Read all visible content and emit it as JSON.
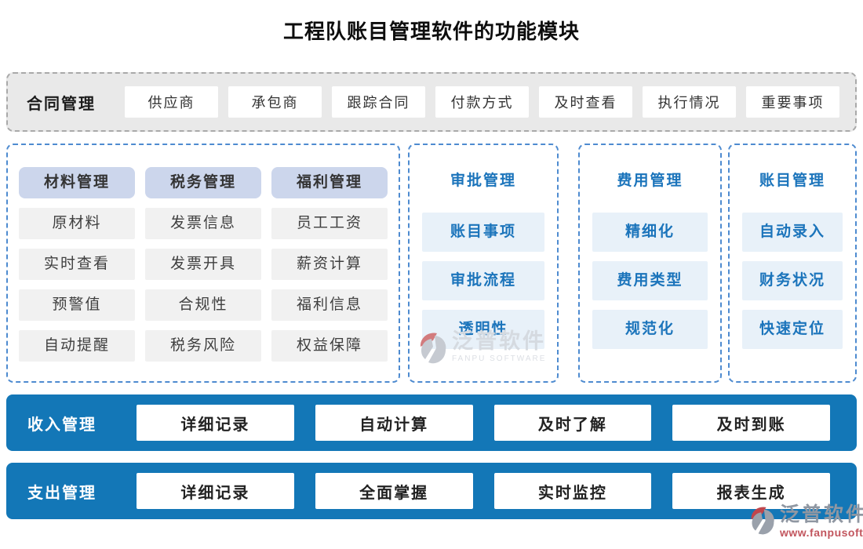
{
  "title": "工程队账目管理软件的功能模块",
  "contract": {
    "label": "合同管理",
    "items": [
      "供应商",
      "承包商",
      "跟踪合同",
      "付款方式",
      "及时查看",
      "执行情况",
      "重要事项"
    ]
  },
  "groups": {
    "columns": [
      {
        "header": "材料管理",
        "items": [
          "原材料",
          "实时查看",
          "预警值",
          "自动提醒"
        ]
      },
      {
        "header": "税务管理",
        "items": [
          "发票信息",
          "发票开具",
          "合规性",
          "税务风险"
        ]
      },
      {
        "header": "福利管理",
        "items": [
          "员工工资",
          "薪资计算",
          "福利信息",
          "权益保障"
        ]
      }
    ]
  },
  "panels": [
    {
      "header": "审批管理",
      "items": [
        "账目事项",
        "审批流程",
        "透明性"
      ]
    },
    {
      "header": "费用管理",
      "items": [
        "精细化",
        "费用类型",
        "规范化"
      ]
    },
    {
      "header": "账目管理",
      "items": [
        "自动录入",
        "财务状况",
        "快速定位"
      ]
    }
  ],
  "bars": [
    {
      "label": "收入管理",
      "items": [
        "详细记录",
        "自动计算",
        "及时了解",
        "及时到账"
      ]
    },
    {
      "label": "支出管理",
      "items": [
        "详细记录",
        "全面掌握",
        "实时监控",
        "报表生成"
      ]
    }
  ],
  "watermark": {
    "brand": "泛普软件",
    "center_sub": "FANPU SOFTWARE",
    "corner_sub": "www.fanpusoft.com"
  },
  "colors": {
    "bar_blue": "#1377b7",
    "panel_blue_text": "#1b74bb",
    "panel_item_bg": "#e8f1f9",
    "group_header_bg": "#ccd6ec",
    "group_item_bg": "#f1f1f1",
    "contract_bg": "#e9e9e9",
    "dashed_blue_border": "#4e8bd0",
    "dashed_gray_border": "#a9a9a9",
    "watermark_red": "#c2565e"
  }
}
